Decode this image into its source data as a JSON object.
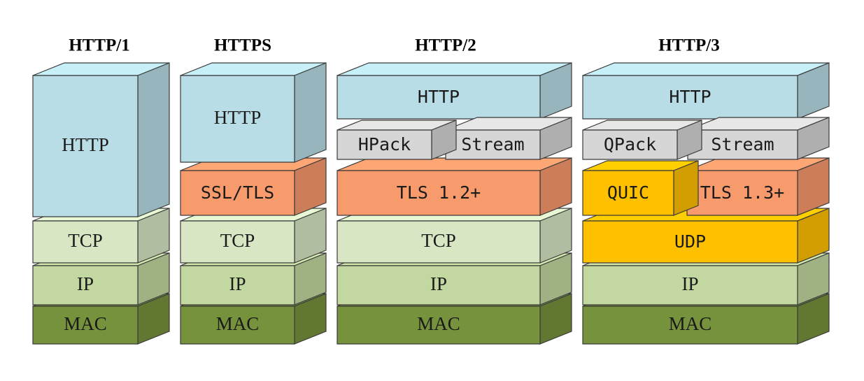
{
  "colors": {
    "http": "#b8dde6",
    "gray": "#d6d6d6",
    "tls": "#f79a6c",
    "tcp": "#d8e6c4",
    "ip": "#c3d8a0",
    "mac": "#77923d",
    "quic": "#ffc000"
  },
  "columns": [
    {
      "title": "HTTP/1"
    },
    {
      "title": "HTTPS"
    },
    {
      "title": "HTTP/2"
    },
    {
      "title": "HTTP/3"
    }
  ],
  "layers": {
    "http1": {
      "http": "HTTP",
      "tcp": "TCP",
      "ip": "IP",
      "mac": "MAC"
    },
    "https": {
      "http": "HTTP",
      "ssl": "SSL/TLS",
      "tcp": "TCP",
      "ip": "IP",
      "mac": "MAC"
    },
    "http2": {
      "http": "HTTP",
      "hpack": "HPack",
      "stream": "Stream",
      "tls": "TLS 1.2+",
      "tcp": "TCP",
      "ip": "IP",
      "mac": "MAC"
    },
    "http3": {
      "http": "HTTP",
      "qpack": "QPack",
      "stream": "Stream",
      "quic": "QUIC",
      "tls": "TLS 1.3+",
      "udp": "UDP",
      "ip": "IP",
      "mac": "MAC"
    }
  }
}
